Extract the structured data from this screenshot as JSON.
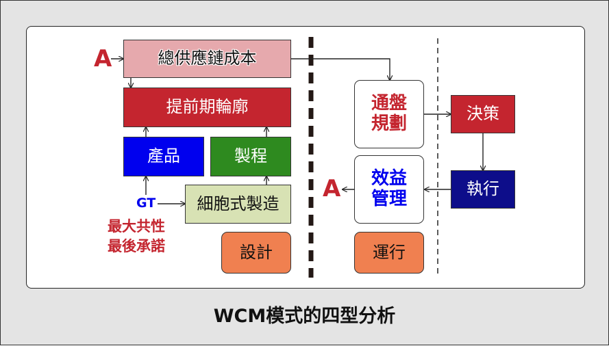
{
  "diagram": {
    "caption": "WCM模式的四型分析",
    "marker_a": "A",
    "left": {
      "supply_chain_cost": "總供應鏈成本",
      "early_contour": "提前期輪廓",
      "product": "產品",
      "process": "製程",
      "cell_manufacturing": "細胞式製造",
      "gt": "GT",
      "commonality_line1": "最大共性",
      "commonality_line2": "最後承諾",
      "design": "設計"
    },
    "right": {
      "overall_planning_line1": "通盤",
      "overall_planning_line2": "規劃",
      "decision": "決策",
      "benefit_management_line1": "效益",
      "benefit_management_line2": "管理",
      "execution": "執行",
      "operation": "運行"
    },
    "colors": {
      "supply_chain_cost": "#e6a9ad",
      "red_box": "#c4252f",
      "product": "#0000ee",
      "process": "#2e8a1f",
      "cell_manufacturing": "#d8e2b4",
      "design": "#f08050",
      "execution": "#0d0d8a",
      "marker_a": "#c4252f",
      "gt": "#0000ee",
      "commonality": "#c4252f"
    }
  }
}
